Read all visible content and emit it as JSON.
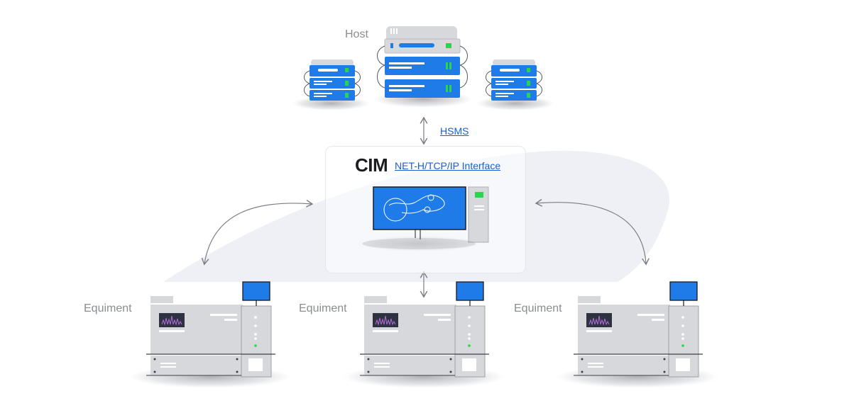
{
  "labels": {
    "host": "Host",
    "cim": "CIM",
    "equipment_left": "Equiment",
    "equipment_center": "Equiment",
    "equipment_right": "Equiment"
  },
  "links": {
    "hsms": "HSMS",
    "interface": "NET-H/TCP/IP Interface"
  },
  "colors": {
    "accent_blue": "#1e7be8",
    "status_green": "#27d64a",
    "device_gray": "#d6d8dc",
    "text_gray": "#8a8d94",
    "link_blue": "#1a5fd6",
    "backdrop": "#eef0f5"
  },
  "icons": [
    "server-rack-icon",
    "computer-workstation-icon",
    "equipment-machine-icon",
    "monitor-icon",
    "bidirectional-arrow-icon"
  ]
}
